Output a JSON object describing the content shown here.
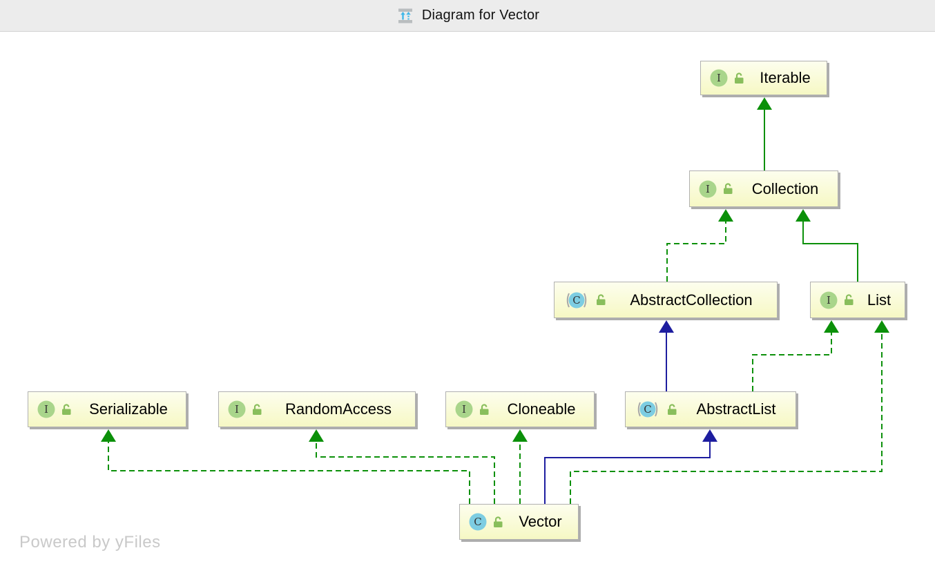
{
  "window": {
    "title": "Diagram for Vector"
  },
  "watermark": "Powered by yFiles",
  "colors": {
    "edge_green": "#0b9009",
    "edge_blue": "#1d1d9f",
    "node_fill_top": "#fdfeee",
    "node_fill_bottom": "#f6f8c4",
    "icon_interface": "#a9d58b",
    "icon_class": "#7dcde2",
    "icon_lock": "#89be5c",
    "titlebar_bg": "#ececec",
    "watermark_color": "#c9c9c9"
  },
  "diagram": {
    "nodes": [
      {
        "id": "iterable",
        "label": "Iterable",
        "kind": "interface",
        "icon_letter": "I",
        "visibility": "public"
      },
      {
        "id": "collection",
        "label": "Collection",
        "kind": "interface",
        "icon_letter": "I",
        "visibility": "public"
      },
      {
        "id": "abstract-collection",
        "label": "AbstractCollection",
        "kind": "abstract-class",
        "icon_letter": "C",
        "visibility": "public"
      },
      {
        "id": "list",
        "label": "List",
        "kind": "interface",
        "icon_letter": "I",
        "visibility": "public"
      },
      {
        "id": "serializable",
        "label": "Serializable",
        "kind": "interface",
        "icon_letter": "I",
        "visibility": "public"
      },
      {
        "id": "random-access",
        "label": "RandomAccess",
        "kind": "interface",
        "icon_letter": "I",
        "visibility": "public"
      },
      {
        "id": "cloneable",
        "label": "Cloneable",
        "kind": "interface",
        "icon_letter": "I",
        "visibility": "public"
      },
      {
        "id": "abstract-list",
        "label": "AbstractList",
        "kind": "abstract-class",
        "icon_letter": "C",
        "visibility": "public"
      },
      {
        "id": "vector",
        "label": "Vector",
        "kind": "class",
        "icon_letter": "C",
        "visibility": "public"
      }
    ],
    "edges": [
      {
        "from": "Collection",
        "to": "Iterable",
        "relation": "extends",
        "style": "solid-green"
      },
      {
        "from": "AbstractCollection",
        "to": "Collection",
        "relation": "implements",
        "style": "dashed-green"
      },
      {
        "from": "List",
        "to": "Collection",
        "relation": "extends",
        "style": "solid-green"
      },
      {
        "from": "AbstractList",
        "to": "AbstractCollection",
        "relation": "extends",
        "style": "solid-blue"
      },
      {
        "from": "AbstractList",
        "to": "List",
        "relation": "implements",
        "style": "dashed-green"
      },
      {
        "from": "Vector",
        "to": "Serializable",
        "relation": "implements",
        "style": "dashed-green"
      },
      {
        "from": "Vector",
        "to": "RandomAccess",
        "relation": "implements",
        "style": "dashed-green"
      },
      {
        "from": "Vector",
        "to": "Cloneable",
        "relation": "implements",
        "style": "dashed-green"
      },
      {
        "from": "Vector",
        "to": "AbstractList",
        "relation": "extends",
        "style": "solid-blue"
      },
      {
        "from": "Vector",
        "to": "List",
        "relation": "implements",
        "style": "dashed-green"
      }
    ]
  }
}
